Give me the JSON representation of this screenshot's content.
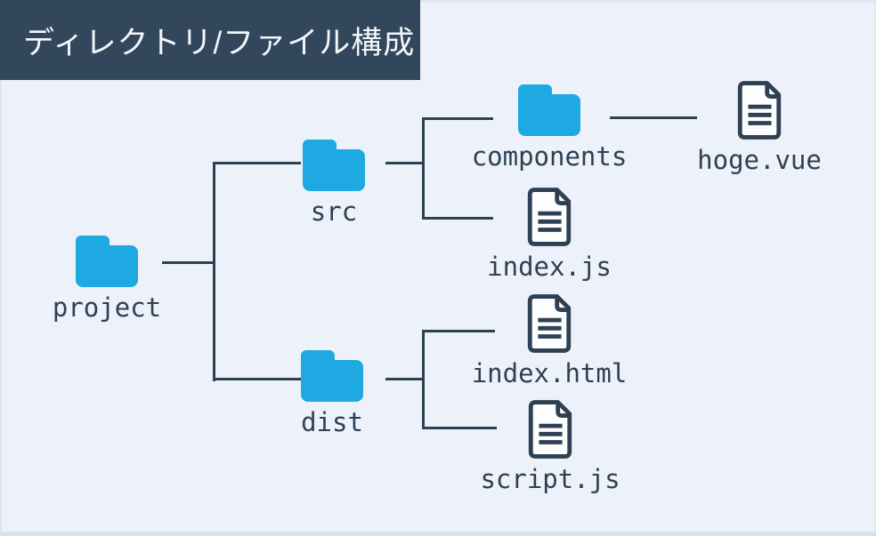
{
  "title": "ディレクトリ/ファイル構成",
  "colors": {
    "header_bg": "#32475C",
    "canvas_bg": "#EDF2FA",
    "folder_blue": "#1FA9E2",
    "line_dark": "#2E4053",
    "title_text": "#F2F6F9"
  },
  "nodes": [
    {
      "id": "project",
      "type": "folder",
      "label": "project"
    },
    {
      "id": "src",
      "type": "folder",
      "label": "src"
    },
    {
      "id": "components",
      "type": "folder",
      "label": "components"
    },
    {
      "id": "hoge_vue",
      "type": "file",
      "label": "hoge.vue"
    },
    {
      "id": "index_js",
      "type": "file",
      "label": "index.js"
    },
    {
      "id": "dist",
      "type": "folder",
      "label": "dist"
    },
    {
      "id": "index_html",
      "type": "file",
      "label": "index.html"
    },
    {
      "id": "script_js",
      "type": "file",
      "label": "script.js"
    }
  ],
  "hierarchy": {
    "project": [
      "src",
      "dist"
    ],
    "src": [
      "components",
      "index.js"
    ],
    "components": [
      "hoge.vue"
    ],
    "dist": [
      "index.html",
      "script.js"
    ]
  }
}
